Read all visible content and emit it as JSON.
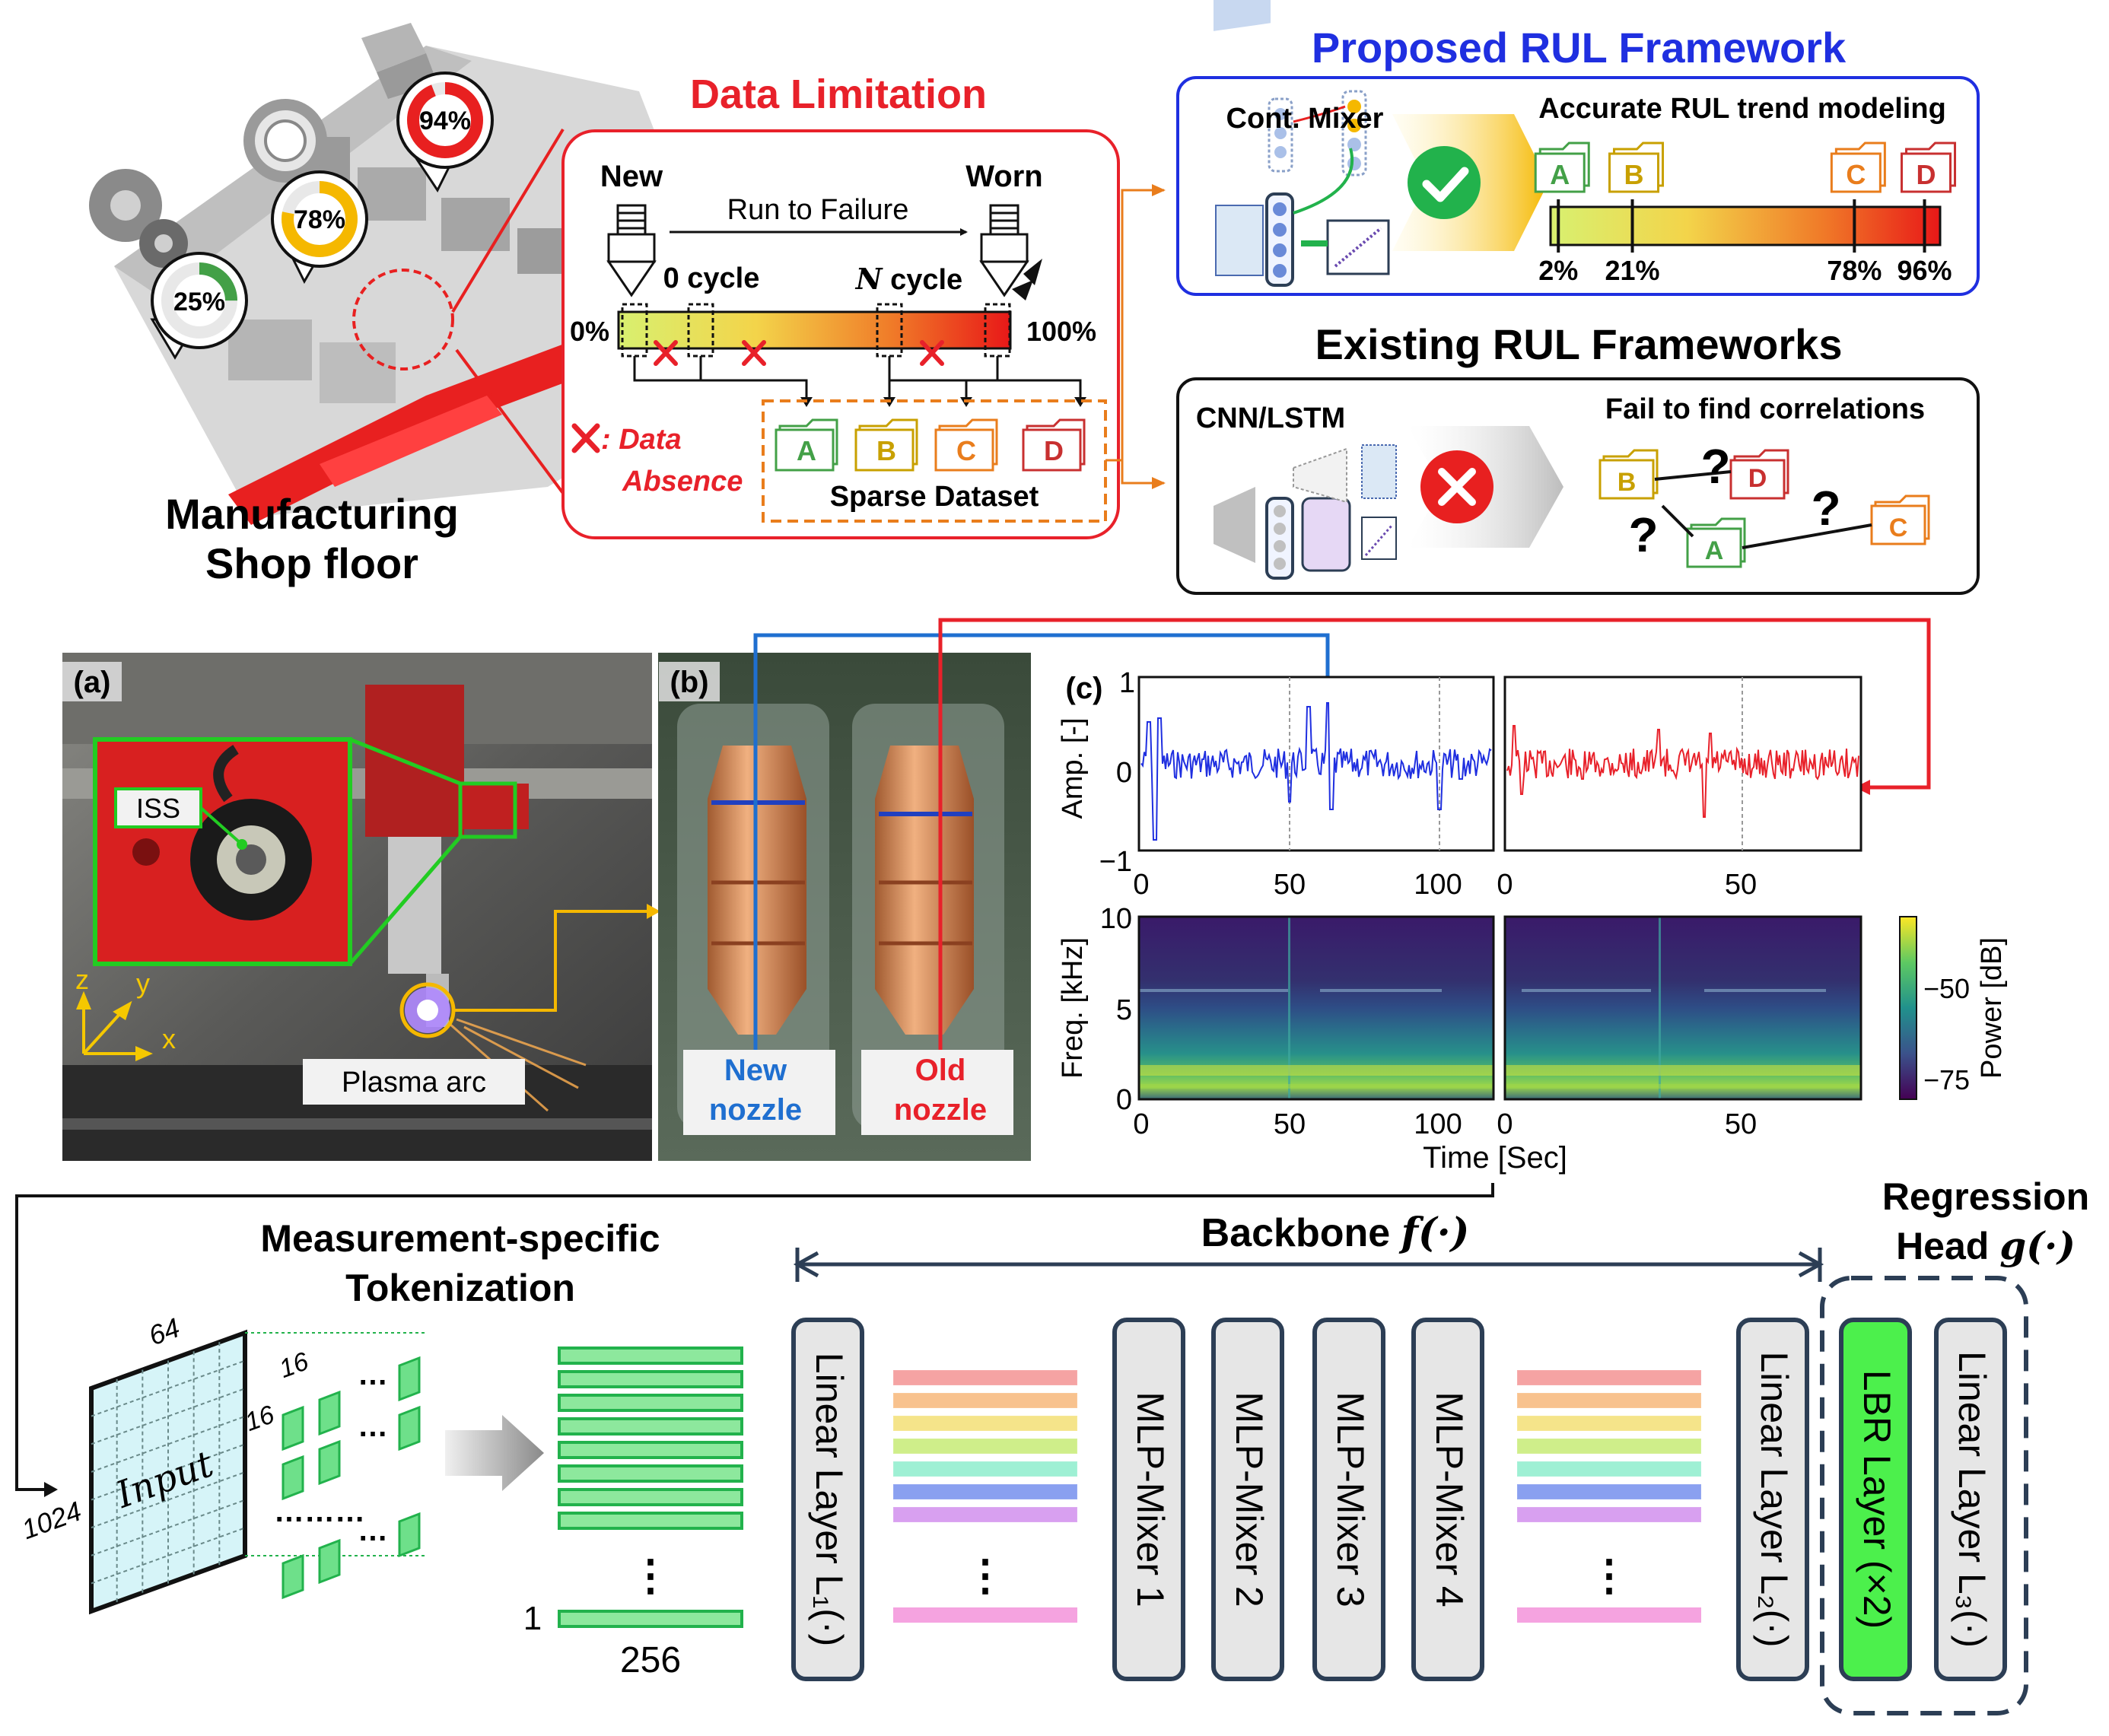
{
  "colors": {
    "red": "#e8212a",
    "blue": "#1f2fe0",
    "green": "#22b24c",
    "orange": "#e97d1c",
    "navy": "#2c3e55",
    "lbr": "#4cf04c",
    "gauge_green": "#43a047",
    "gauge_yellow": "#f5b800",
    "gauge_red": "#e82020"
  },
  "top_left": {
    "shop_floor_label": [
      "Manufacturing",
      "Shop floor"
    ],
    "gauges": [
      "25%",
      "78%",
      "94%"
    ]
  },
  "data_limitation": {
    "title": "Data Limitation",
    "new_label": "New",
    "worn_label": "Worn",
    "run_to_failure": "Run to Failure",
    "zero_cycle": "0 cycle",
    "n_cycle_symbol": "N",
    "n_cycle_text": " cycle",
    "pct_start": "0%",
    "pct_end": "100%",
    "data_absence_line1": ": Data",
    "data_absence_line2": "Absence",
    "sparse_dataset": "Sparse Dataset",
    "folders": [
      "A",
      "B",
      "C",
      "D"
    ]
  },
  "proposed": {
    "title": "Proposed RUL Framework",
    "mixer_label": "Cont. Mixer",
    "trend_label": "Accurate RUL trend modeling",
    "folders": [
      "A",
      "B",
      "C",
      "D"
    ],
    "percents": [
      "2%",
      "21%",
      "78%",
      "96%"
    ]
  },
  "existing": {
    "title": "Existing RUL Frameworks",
    "model_label": "CNN/LSTM",
    "fail_label": "Fail to find correlations",
    "folders": [
      "B",
      "D",
      "A",
      "C"
    ],
    "question": "?"
  },
  "photos": {
    "a_label": "(a)",
    "b_label": "(b)",
    "iss_label": "ISS",
    "axes": [
      "z",
      "y",
      "x"
    ],
    "plasma_arc": "Plasma arc",
    "new_nozzle": [
      "New",
      "nozzle"
    ],
    "old_nozzle": [
      "Old",
      "nozzle"
    ]
  },
  "signals": {
    "c_label": "(c)",
    "amp_ylabel": "Amp. [-]",
    "freq_ylabel": "Freq. [kHz]",
    "xlabel": "Time [Sec]",
    "colorbar_label": "Power [dB]",
    "amp_yticks": [
      "1",
      "0",
      "−1"
    ],
    "freq_yticks": [
      "10",
      "5",
      "0"
    ],
    "left_xticks": [
      "0",
      "50",
      "100"
    ],
    "right_xticks": [
      "0",
      "50"
    ],
    "colorbar_ticks": [
      "−50",
      "−75"
    ]
  },
  "architecture": {
    "tokenization_title": [
      "Measurement-specific",
      "Tokenization"
    ],
    "input_label": "Input",
    "dim_64": "64",
    "dim_1024": "1024",
    "dim_16a": "16",
    "dim_16b": "16",
    "token_count_label": "256",
    "token_one_label": "1",
    "ellipsis": "⋮",
    "backbone_title": "Backbone ",
    "backbone_symbol": "f(·)",
    "head_title_line1": "Regression",
    "head_title_line2": "Head ",
    "head_symbol": "g(·)",
    "layers": [
      "Linear Layer L₁(·)",
      "MLP-Mixer 1",
      "MLP-Mixer 2",
      "MLP-Mixer 3",
      "MLP-Mixer 4",
      "Linear Layer L₂(·)",
      "LBR Layer (×2)",
      "Linear Layer L₃(·)"
    ]
  }
}
